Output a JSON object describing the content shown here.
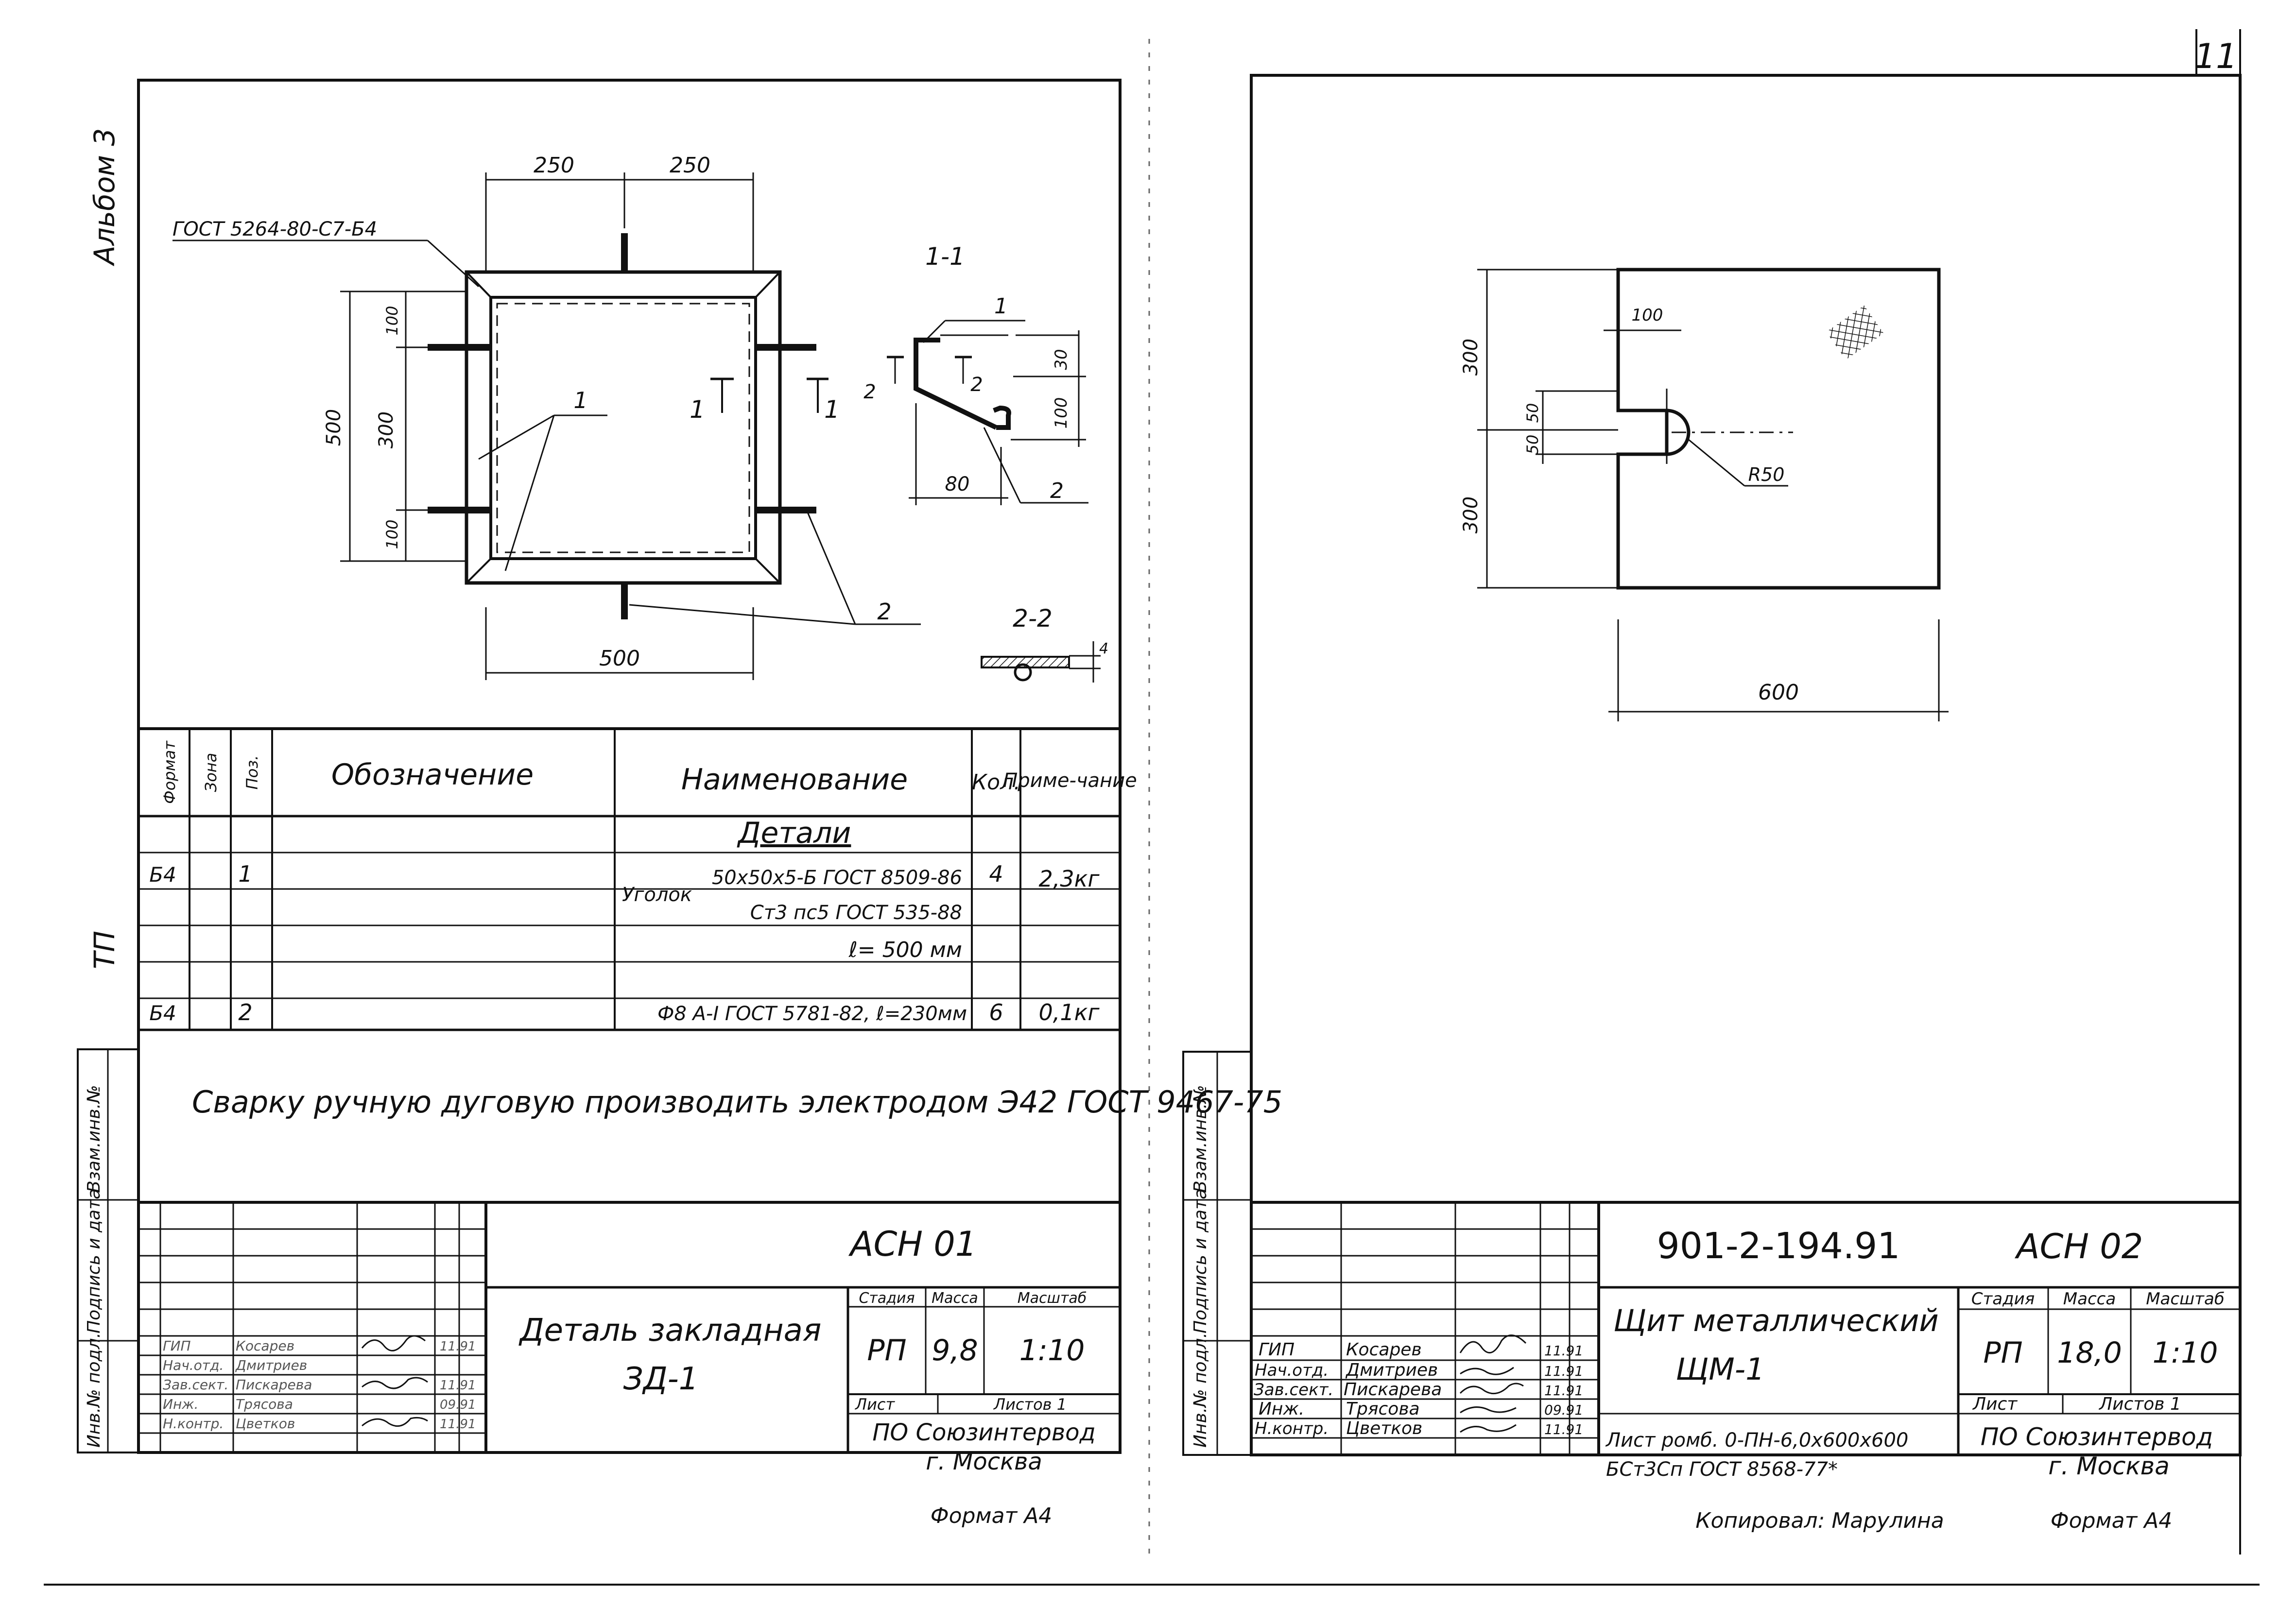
{
  "page_number": "11",
  "left_sheet": {
    "album_label": "Альбом 3",
    "tp_label": "ТП",
    "side_stamp": {
      "ref_inv": "Взам.инв.№",
      "sign_date": "Подпись и дата",
      "inv_orig": "Инв.№ подл."
    },
    "drawing": {
      "gost_weld": "ГОСТ 5264-80-С7-Б4",
      "dim_250_a": "250",
      "dim_250_b": "250",
      "dim_500_height": "500",
      "dim_100_top": "100",
      "dim_300": "300",
      "dim_100_bottom": "100",
      "dim_500_width": "500",
      "pos_1": "1",
      "pos_2": "2",
      "cut_mark": "1",
      "section_1_title": "1-1",
      "section_2_title": "2-2",
      "sec_pos_1": "1",
      "sec_pos_2": "2",
      "sec_dim_30": "30",
      "sec_dim_100": "100",
      "sec_dim_80": "80",
      "sec_cut": "2",
      "sec22_dim": "4"
    },
    "spec_table": {
      "headers": [
        "Формат",
        "Зона",
        "Поз.",
        "Обозначение",
        "Наименование",
        "Кол.",
        "Приме-чание"
      ],
      "section_title": "Детали",
      "rows": [
        {
          "format": "Б4",
          "pos": "1",
          "name_prefix": "Уголок",
          "name_line1": "50x50x5-Б ГОСТ 8509-86",
          "name_line2": "Ст3 пс5 ГОСТ 535-88",
          "name_line3": "ℓ= 500 мм",
          "qty": "4",
          "note": "2,3кг"
        },
        {
          "format": "Б4",
          "pos": "2",
          "name": "Ф8 А-I ГОСТ 5781-82, ℓ=230мм",
          "qty": "6",
          "note": "0,1кг"
        }
      ]
    },
    "note": "Сварку ручную дуговую производить электродом Э42 ГОСТ 9467-75",
    "title_block": {
      "code": "АСН 01",
      "title_line1": "Деталь закладная",
      "title_line2": "ЗД-1",
      "stage_label": "Стадия",
      "mass_label": "Масса",
      "scale_label": "Масштаб",
      "stage": "РП",
      "mass": "9,8",
      "scale": "1:10",
      "sheet_label": "Лист",
      "sheets_label": "Листов 1",
      "org_line1": "ПО Союзинтервод",
      "org_line2": "г. Москва",
      "signatures": [
        {
          "role": "ГИП",
          "name": "Косарев",
          "date": "11.91"
        },
        {
          "role": "Нач.отд.",
          "name": "Дмитриев",
          "date": ""
        },
        {
          "role": "Зав.сект.",
          "name": "Пискарева",
          "date": "11.91"
        },
        {
          "role": "Инж.",
          "name": "Трясова",
          "date": "09.91"
        },
        {
          "role": "Н.контр.",
          "name": "Цветков",
          "date": "11.91"
        }
      ]
    },
    "format_label": "Формат А4"
  },
  "right_sheet": {
    "side_stamp": {
      "ref_inv": "Взам.инв.№",
      "sign_date": "Подпись и дата",
      "inv_orig": "Инв.№ подл."
    },
    "drawing": {
      "dim_100": "100",
      "dim_300_top": "300",
      "dim_50_a": "50",
      "dim_50_b": "50",
      "dim_300_bottom": "300",
      "radius": "R50",
      "dim_600": "600"
    },
    "title_block": {
      "doc_number": "901-2-194.91",
      "code": "АСН 02",
      "title_line1": "Щит металлический",
      "title_line2": "ЩМ-1",
      "stage_label": "Стадия",
      "mass_label": "Масса",
      "scale_label": "Масштаб",
      "stage": "РП",
      "mass": "18,0",
      "scale": "1:10",
      "sheet_label": "Лист",
      "sheets_label": "Листов 1",
      "material_line1": "Лист ромб. 0-ПН-6,0x600x600",
      "material_line2": "БСт3Сп ГОСТ 8568-77*",
      "org_line1": "ПО Союзинтервод",
      "org_line2": "г. Москва",
      "signatures": [
        {
          "role": "ГИП",
          "name": "Косарев",
          "date": "11.91"
        },
        {
          "role": "Нач.отд.",
          "name": "Дмитриев",
          "date": "11.91"
        },
        {
          "role": "Зав.сект.",
          "name": "Пискарева",
          "date": "11.91"
        },
        {
          "role": "Инж.",
          "name": "Трясова",
          "date": "09.91"
        },
        {
          "role": "Н.контр.",
          "name": "Цветков",
          "date": "11.91"
        }
      ]
    },
    "copied_label": "Копировал: Марулина",
    "format_label": "Формат А4"
  }
}
